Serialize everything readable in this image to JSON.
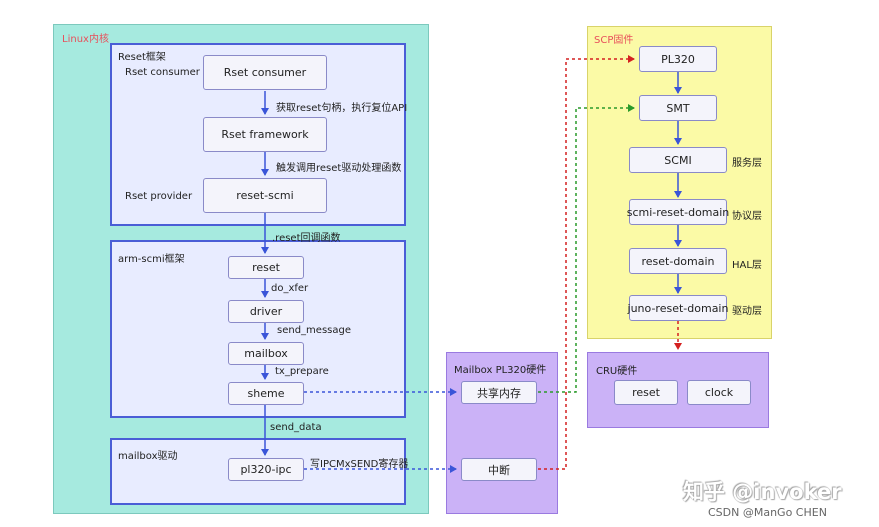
{
  "regions": {
    "linux": "Linux内核",
    "reset_frame": "Reset框架",
    "arm_scmi_frame": "arm-scmi框架",
    "mailbox_driver": "mailbox驱动",
    "mailbox_hw": "Mailbox PL320硬件",
    "scp": "SCP固件",
    "cru": "CRU硬件"
  },
  "reset_framework": {
    "consumer_side_label": "Rset consumer",
    "provider_side_label": "Rset provider",
    "boxes": {
      "consumer": "Rset consumer",
      "framework": "Rset framework",
      "provider": "reset-scmi"
    },
    "edges": {
      "consumer_to_framework": "获取reset句柄，执行复位API",
      "framework_to_provider": "触发调用reset驱动处理函数"
    }
  },
  "edge_reset_callback": ".reset回调函数",
  "arm_scmi": {
    "boxes": {
      "reset": "reset",
      "driver": "driver",
      "mailbox": "mailbox",
      "sheme": "sheme"
    },
    "edges": {
      "do_xfer": "do_xfer",
      "send_message": "send_message",
      "tx_prepare": "tx_prepare"
    }
  },
  "edge_send_data": "send_data",
  "mailbox_driver": {
    "box": "pl320-ipc",
    "edge": "写IPCMxSEND寄存器"
  },
  "mailbox_hw": {
    "shared_mem": "共享内存",
    "interrupt": "中断"
  },
  "scp": {
    "boxes": {
      "pl320": "PL320",
      "smt": "SMT",
      "scmi": "SCMI",
      "scmi_reset_domain": "scmi-reset-domain",
      "reset_domain": "reset-domain",
      "juno_reset_domain": "juno-reset-domain"
    },
    "layers": {
      "service": "服务层",
      "protocol": "协议层",
      "hal": "HAL层",
      "driver": "驱动层"
    }
  },
  "cru": {
    "reset": "reset",
    "clock": "clock"
  },
  "watermark": {
    "main": "知乎 @invoker",
    "sub": "CSDN @ManGo CHEN"
  },
  "colors": {
    "linux_bg": "#a6eadf",
    "frame_border": "#4a5ed6",
    "mailbox_hw_bg": "#cbb2f7",
    "scp_bg": "#fbfaa6",
    "red_dash": "#d42020",
    "green_dash": "#2a9a2a",
    "blue_dash": "#3a55d8"
  }
}
